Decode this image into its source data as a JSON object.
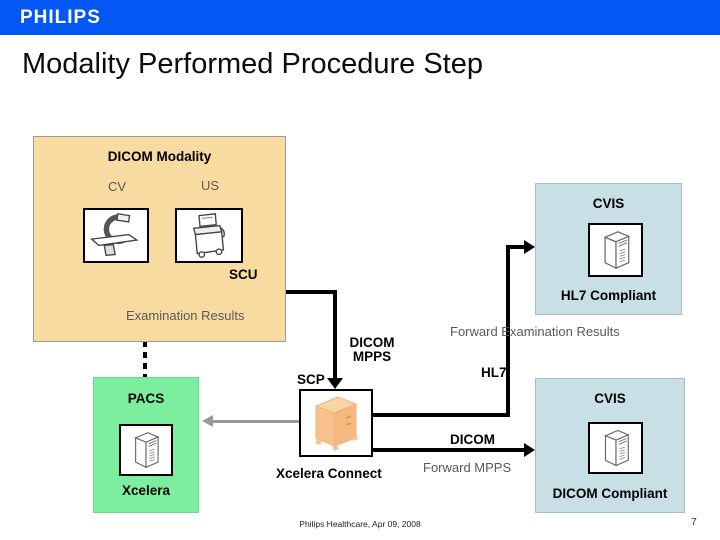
{
  "banner": {
    "logo": "PHILIPS"
  },
  "title": "Modality Performed Procedure Step",
  "modality": {
    "title": "DICOM Modality",
    "cv_label": "CV",
    "us_label": "US",
    "scu_label": "SCU",
    "exam_results": "Examination Results"
  },
  "cvis_top": {
    "title": "CVIS",
    "compliance": "HL7 Compliant"
  },
  "cvis_bottom": {
    "title": "CVIS",
    "compliance": "DICOM Compliant"
  },
  "pacs": {
    "title": "PACS",
    "product": "Xcelera"
  },
  "connect": {
    "scp_label": "SCP",
    "name": "Xcelera Connect",
    "mpps_line1": "DICOM",
    "mpps_line2": "MPPS",
    "hl7_label": "HL7",
    "forward_exam": "Forward Examination Results",
    "dicom_label": "DICOM",
    "forward_mpps": "Forward MPPS"
  },
  "footer": {
    "text": "Philips Healthcare, Apr 09, 2008",
    "page": "7"
  },
  "colors": {
    "banner_blue": "#0357F5",
    "modality_beige": "#F8DBA0",
    "cvis_blue": "#C8DFE5",
    "pacs_green": "#7DEE9D",
    "server_orange": "#F6BA80",
    "gray_text": "#595959"
  }
}
